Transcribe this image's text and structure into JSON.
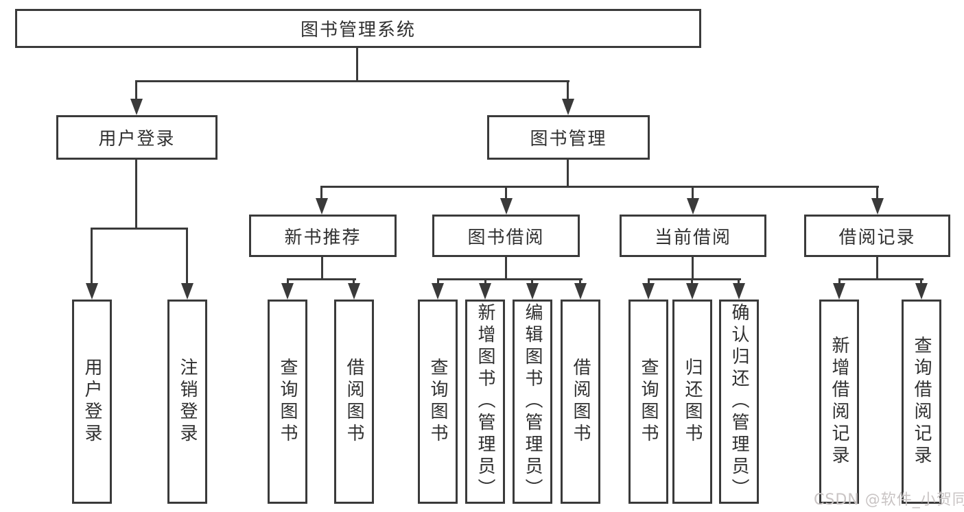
{
  "diagram_title": "图书管理系统",
  "tree": {
    "label": "图书管理系统",
    "children": [
      {
        "label": "用户登录",
        "children": [
          {
            "label": "用户登录"
          },
          {
            "label": "注销登录"
          }
        ]
      },
      {
        "label": "图书管理",
        "children": [
          {
            "label": "新书推荐",
            "children": [
              {
                "label": "查询图书"
              },
              {
                "label": "借阅图书"
              }
            ]
          },
          {
            "label": "图书借阅",
            "children": [
              {
                "label": "查询图书"
              },
              {
                "label": "新增图书（管理员）"
              },
              {
                "label": "编辑图书（管理员）"
              },
              {
                "label": "借阅图书"
              }
            ]
          },
          {
            "label": "当前借阅",
            "children": [
              {
                "label": "查询图书"
              },
              {
                "label": "归还图书"
              },
              {
                "label": "确认归还（管理员）"
              }
            ]
          },
          {
            "label": "借阅记录",
            "children": [
              {
                "label": "新增借阅记录"
              },
              {
                "label": "查询借阅记录"
              }
            ]
          }
        ]
      }
    ]
  },
  "watermark": {
    "text": "CSDN @软件_小贺同学"
  },
  "colors": {
    "line": "#3a3a3a",
    "text": "#303030",
    "background": "#ffffff",
    "watermark": "#c9c4c4"
  }
}
